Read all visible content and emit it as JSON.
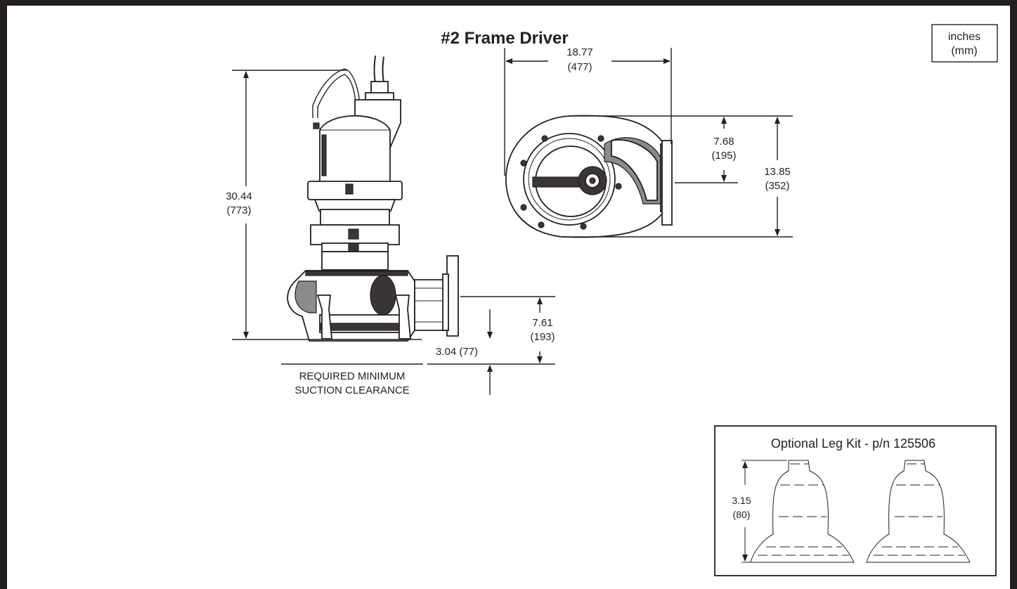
{
  "title": "#2 Frame Driver",
  "units_box": {
    "line1": "inches",
    "line2": "(mm)"
  },
  "dimensions": {
    "height": {
      "in": "30.44",
      "mm": "(773)"
    },
    "width_top": {
      "in": "18.77",
      "mm": "(477)"
    },
    "discharge_offset": {
      "in": "7.68",
      "mm": "(195)"
    },
    "top_depth": {
      "in": "13.85",
      "mm": "(352)"
    },
    "discharge_height": {
      "in": "7.61",
      "mm": "(193)"
    },
    "suction": {
      "value": "3.04 (77)"
    }
  },
  "clearance_label": {
    "line1": "REQUIRED MINIMUM",
    "line2": "SUCTION CLEARANCE"
  },
  "leg_kit": {
    "title": "Optional Leg Kit - p/n 125506",
    "height": {
      "in": "3.15",
      "mm": "(80)"
    }
  }
}
